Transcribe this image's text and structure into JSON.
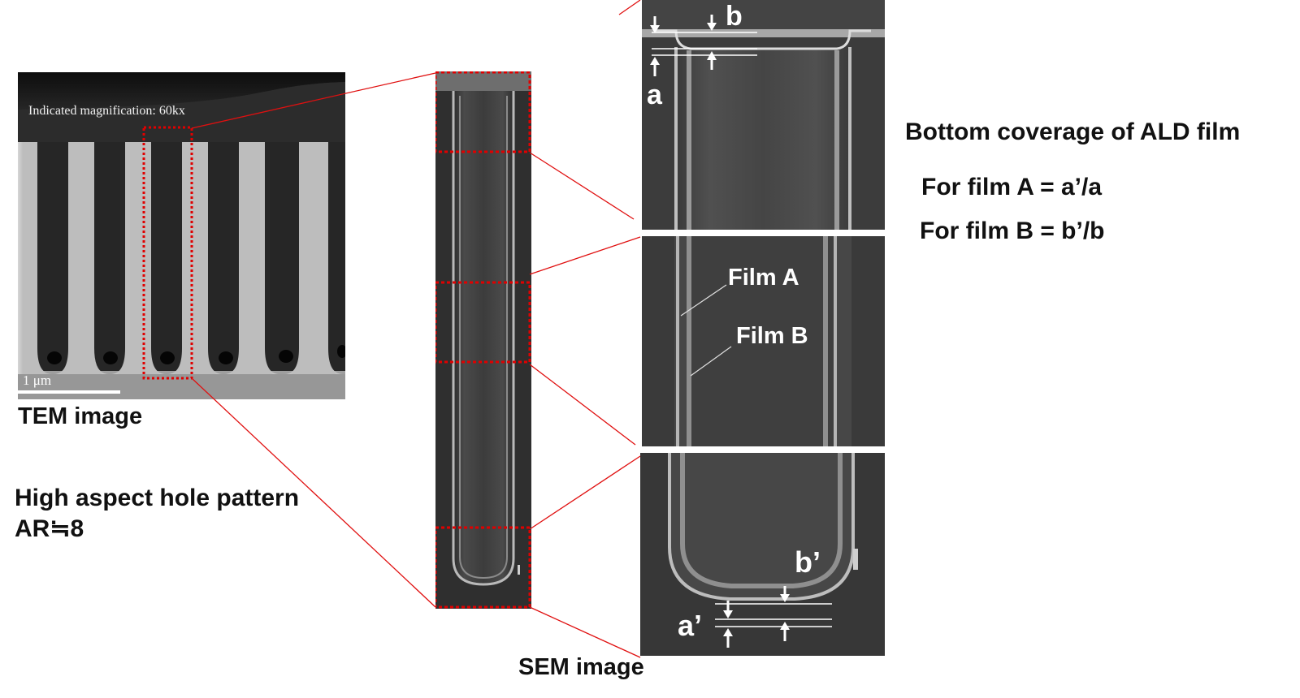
{
  "tem": {
    "magnification_text": "Indicated magnification: 60kx",
    "scale_bar_text": "1 μm",
    "caption": "TEM image"
  },
  "description": {
    "line1": "High aspect hole pattern",
    "line2": "AR≒8"
  },
  "sem": {
    "caption": "SEM image"
  },
  "zoom_labels": {
    "a": "a",
    "b": "b",
    "a_prime": "a’",
    "b_prime": "b’",
    "film_a": "Film A",
    "film_b": "Film B"
  },
  "coverage": {
    "title": "Bottom coverage of ALD film",
    "film_a_formula": "For film A = a’/a",
    "film_b_formula": "For film B = b’/b"
  },
  "colors": {
    "callout_red": "#e01010",
    "dash_red": "#e00000",
    "sem_bg": "#3a3a3a",
    "tem_light": "#b8b8b8",
    "tem_dark": "#242424"
  }
}
